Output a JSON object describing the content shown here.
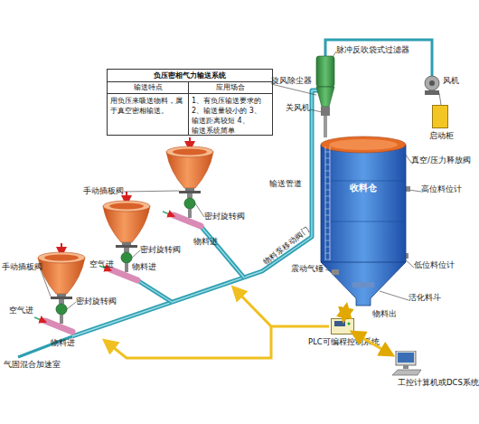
{
  "diagram": {
    "nodes": [
      {
        "text": [
          "负压密相气力输送系统"
        ]
      },
      {
        "text": [
          "输送特点"
        ],
        "in": 0
      },
      {
        "text": [
          "应用场合"
        ],
        "in": 0
      },
      {
        "text": [
          "用负压来吸送物料，属于真空密相输送。"
        ],
        "in": 0
      },
      {
        "text": [
          "1、有负压输送要求的 2、输送量较小的 3、输送距离较短 4、输送系统简单"
        ],
        "in": 0
      },
      {
        "text": [
          "启动柜"
        ]
      },
      {
        "text": [
          "收料仓"
        ]
      },
      {
        "text": [
          "PLC可编程控制系统"
        ]
      },
      {
        "text": [
          "工控计算机或DCS系统"
        ]
      }
    ],
    "edges": [
      {
        "from": 7,
        "to": 6,
        "arrow": "both"
      },
      {
        "from": 7,
        "to": 8,
        "arrow": "both"
      }
    ],
    "labels": [
      "手动插板阀",
      "手动插板阀",
      "密封旋转阀",
      "密封旋转阀",
      "密封旋转阀",
      "空气进",
      "空气进",
      "物料进",
      "物料进",
      "物料进",
      "气固混合加速室",
      "输送管道",
      "物料泵移动阀门",
      "脉冲反吹袋式过滤器",
      "旋风除尘器",
      "关风机",
      "风机",
      "真空/压力释放阀",
      "高位料位计",
      "震动气锤",
      "低位料位计",
      "活化料斗",
      "物料出"
    ]
  }
}
